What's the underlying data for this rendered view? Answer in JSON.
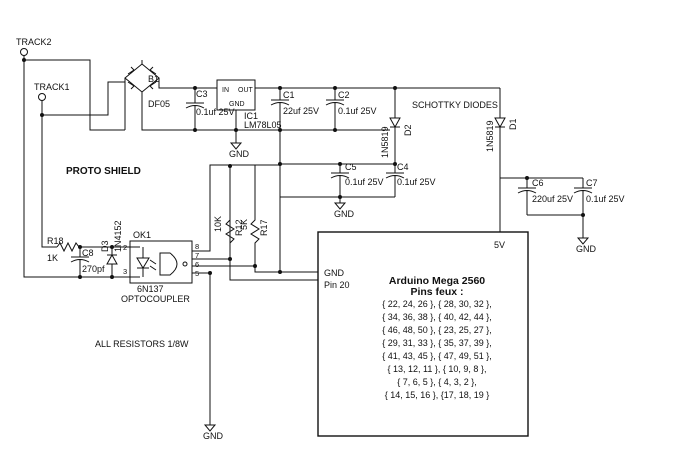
{
  "labels": {
    "track2": "TRACK2",
    "track1": "TRACK1",
    "proto_shield": "PROTO SHIELD",
    "all_resistors": "ALL RESISTORS 1/8W",
    "schottky": "SCHOTTKY DIODES",
    "optocoupler": "OPTOCOUPLER",
    "arduino_title": "Arduino Mega 2560",
    "pins_feux": "Pins feux :",
    "v5": "5V",
    "gnd_net": "GND",
    "pin20": "Pin 20",
    "gnd": "GND"
  },
  "bridge": {
    "ref": "B1",
    "part": "DF05"
  },
  "regulator": {
    "ref": "IC1",
    "part": "LM78L05",
    "pin_in": "IN",
    "pin_out": "OUT",
    "pin_gnd": "GND"
  },
  "capacitors": {
    "c1": {
      "ref": "C1",
      "value": "22uf 25V"
    },
    "c2": {
      "ref": "C2",
      "value": "0.1uf 25V"
    },
    "c3": {
      "ref": "C3",
      "value": "0.1uf 25V"
    },
    "c4": {
      "ref": "C4",
      "value": "0.1uf 25V"
    },
    "c5": {
      "ref": "C5",
      "value": "0.1uf 25V"
    },
    "c6": {
      "ref": "C6",
      "value": "220uf 25V"
    },
    "c7": {
      "ref": "C7",
      "value": "0.1uf 25V"
    },
    "c8": {
      "ref": "C8",
      "value": "270pf"
    }
  },
  "diodes": {
    "d1": {
      "ref": "D1",
      "part": "1N5819"
    },
    "d2": {
      "ref": "D2",
      "part": "1N5819"
    },
    "d3": {
      "ref": "D3",
      "part": "1N4152"
    }
  },
  "resistors": {
    "r18": {
      "ref": "R18",
      "value": "1K"
    },
    "r12": {
      "ref": "R12",
      "value": "10K"
    },
    "r17": {
      "ref": "R17",
      "value": "5K"
    }
  },
  "opto": {
    "ref": "OK1",
    "part": "6N137",
    "pins": [
      "8",
      "7",
      "6",
      "5",
      "2",
      "3"
    ]
  },
  "pin_groups": [
    "{ 22, 24, 26 }, { 28, 30, 32 },",
    "{ 34, 36, 38 }, { 40, 42, 44 },",
    "{ 46, 48, 50 }, { 23, 25, 27 },",
    "{ 29, 31, 33 }, { 35, 37, 39 },",
    "{ 41, 43, 45 }, { 47, 49, 51 },",
    "{ 13, 12, 11 }, { 10, 9, 8 },",
    "{ 7, 6, 5 }, { 4, 3, 2 },",
    "{ 14, 15, 16 }, {17, 18, 19 }"
  ]
}
